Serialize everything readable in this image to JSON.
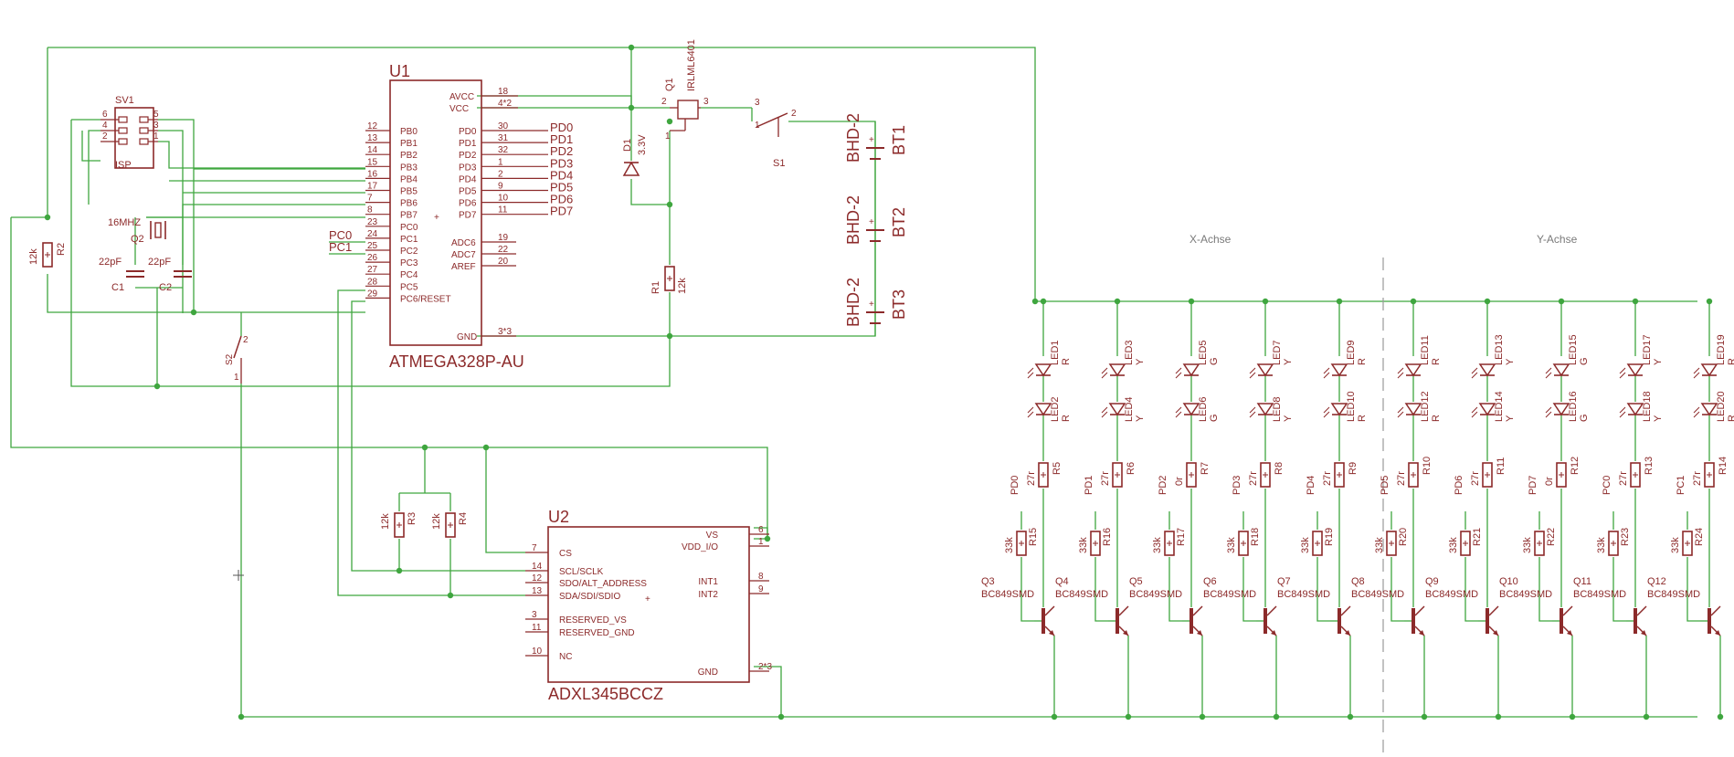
{
  "colors": {
    "wire": "#3fa63f",
    "part": "#8c2a2a",
    "net": "#3fa63f",
    "axis": "#9a9a9a"
  },
  "u1": {
    "ref": "U1",
    "value": "ATMEGA328P-AU",
    "left_pins": [
      {
        "num": "12",
        "name": "PB0"
      },
      {
        "num": "13",
        "name": "PB1"
      },
      {
        "num": "14",
        "name": "PB2"
      },
      {
        "num": "15",
        "name": "PB3"
      },
      {
        "num": "16",
        "name": "PB4"
      },
      {
        "num": "17",
        "name": "PB5"
      },
      {
        "num": "7",
        "name": "PB6"
      },
      {
        "num": "8",
        "name": "PB7"
      },
      {
        "num": "23",
        "name": "PC0"
      },
      {
        "num": "24",
        "name": "PC1"
      },
      {
        "num": "25",
        "name": "PC2"
      },
      {
        "num": "26",
        "name": "PC3"
      },
      {
        "num": "27",
        "name": "PC4"
      },
      {
        "num": "28",
        "name": "PC5"
      },
      {
        "num": "29",
        "name": "PC6/RESET"
      }
    ],
    "power_pins": [
      {
        "num": "18",
        "name": "AVCC"
      },
      {
        "num": "4*2",
        "name": "VCC"
      }
    ],
    "right_pins": [
      {
        "num": "30",
        "name": "PD0",
        "net": "PD0"
      },
      {
        "num": "31",
        "name": "PD1",
        "net": "PD1"
      },
      {
        "num": "32",
        "name": "PD2",
        "net": "PD2"
      },
      {
        "num": "1",
        "name": "PD3",
        "net": "PD3"
      },
      {
        "num": "2",
        "name": "PD4",
        "net": "PD4"
      },
      {
        "num": "9",
        "name": "PD5",
        "net": "PD5"
      },
      {
        "num": "10",
        "name": "PD6",
        "net": "PD6"
      },
      {
        "num": "11",
        "name": "PD7",
        "net": "PD7"
      }
    ],
    "adc_pins": [
      {
        "num": "19",
        "name": "ADC6"
      },
      {
        "num": "22",
        "name": "ADC7"
      },
      {
        "num": "20",
        "name": "AREF"
      }
    ],
    "gnd_pin": {
      "num": "3*3",
      "name": "GND"
    }
  },
  "u2": {
    "ref": "U2",
    "value": "ADXL345BCCZ",
    "left_pins": [
      {
        "num": "7",
        "name": "CS"
      },
      {
        "num": "14",
        "name": "SCL/SCLK"
      },
      {
        "num": "12",
        "name": "SDO/ALT_ADDRESS"
      },
      {
        "num": "13",
        "name": "SDA/SDI/SDIO"
      },
      {
        "num": "3",
        "name": "RESERVED_VS"
      },
      {
        "num": "11",
        "name": "RESERVED_GND"
      },
      {
        "num": "10",
        "name": "NC"
      }
    ],
    "right_pins": [
      {
        "num": "6",
        "name": "VS"
      },
      {
        "num": "1",
        "name": "VDD_I/O"
      },
      {
        "num": "8",
        "name": "INT1"
      },
      {
        "num": "9",
        "name": "INT2"
      },
      {
        "num": "2*3",
        "name": "GND"
      }
    ]
  },
  "sv1": {
    "ref": "SV1",
    "value": "ISP",
    "pins": [
      "6",
      "5",
      "4",
      "3",
      "2",
      "1"
    ]
  },
  "crystal": {
    "ref": "Q2",
    "value": "16MHZ"
  },
  "c1": {
    "ref": "C1",
    "value": "22pF"
  },
  "c2": {
    "ref": "C2",
    "value": "22pF"
  },
  "r2": {
    "ref": "R2",
    "value": "12k"
  },
  "r1": {
    "ref": "R1",
    "value": "12k"
  },
  "r3": {
    "ref": "R3",
    "value": "12k"
  },
  "r4": {
    "ref": "R4",
    "value": "12k"
  },
  "s2": {
    "ref": "S2",
    "pin1": "1",
    "pin2": "2"
  },
  "q1": {
    "ref": "Q1",
    "value": "IRLML6401",
    "pin1": "1",
    "pin2": "2",
    "pin3": "3"
  },
  "d1": {
    "ref": "D1",
    "value": "3.3V"
  },
  "s1": {
    "ref": "S1",
    "pin1": "1",
    "pin2": "2",
    "pin3": "3"
  },
  "batteries": [
    {
      "ref": "BT1",
      "value": "BHD-2"
    },
    {
      "ref": "BT2",
      "value": "BHD-2"
    },
    {
      "ref": "BT3",
      "value": "BHD-2"
    }
  ],
  "pc_nets": [
    "PC0",
    "PC1"
  ],
  "axis_labels": {
    "x": "X-Achse",
    "y": "Y-Achse"
  },
  "channels": [
    {
      "led_a": "LED1",
      "led_b": "LED2",
      "color": "R",
      "rs": "R5",
      "rs_val": "27r",
      "net": "PD0",
      "rb": "R15",
      "rb_val": "33k",
      "q": "Q3",
      "q_val": "BC849SMD"
    },
    {
      "led_a": "LED3",
      "led_b": "LED4",
      "color": "Y",
      "rs": "R6",
      "rs_val": "27r",
      "net": "PD1",
      "rb": "R16",
      "rb_val": "33k",
      "q": "Q4",
      "q_val": "BC849SMD"
    },
    {
      "led_a": "LED5",
      "led_b": "LED6",
      "color": "G",
      "rs": "R7",
      "rs_val": "0r",
      "net": "PD2",
      "rb": "R17",
      "rb_val": "33k",
      "q": "Q5",
      "q_val": "BC849SMD"
    },
    {
      "led_a": "LED7",
      "led_b": "LED8",
      "color": "Y",
      "rs": "R8",
      "rs_val": "27r",
      "net": "PD3",
      "rb": "R18",
      "rb_val": "33k",
      "q": "Q6",
      "q_val": "BC849SMD"
    },
    {
      "led_a": "LED9",
      "led_b": "LED10",
      "color": "R",
      "rs": "R9",
      "rs_val": "27r",
      "net": "PD4",
      "rb": "R19",
      "rb_val": "33k",
      "q": "Q7",
      "q_val": "BC849SMD"
    },
    {
      "led_a": "LED11",
      "led_b": "LED12",
      "color": "R",
      "rs": "R10",
      "rs_val": "27r",
      "net": "PD5",
      "rb": "R20",
      "rb_val": "33k",
      "q": "Q8",
      "q_val": "BC849SMD"
    },
    {
      "led_a": "LED13",
      "led_b": "LED14",
      "color": "Y",
      "rs": "R11",
      "rs_val": "27r",
      "net": "PD6",
      "rb": "R21",
      "rb_val": "33k",
      "q": "Q9",
      "q_val": "BC849SMD"
    },
    {
      "led_a": "LED15",
      "led_b": "LED16",
      "color": "G",
      "rs": "R12",
      "rs_val": "0r",
      "net": "PD7",
      "rb": "R22",
      "rb_val": "33k",
      "q": "Q10",
      "q_val": "BC849SMD"
    },
    {
      "led_a": "LED17",
      "led_b": "LED18",
      "color": "Y",
      "rs": "R13",
      "rs_val": "27r",
      "net": "PC0",
      "rb": "R23",
      "rb_val": "33k",
      "q": "Q11",
      "q_val": "BC849SMD"
    },
    {
      "led_a": "LED19",
      "led_b": "LED20",
      "color": "R",
      "rs": "R14",
      "rs_val": "27r",
      "net": "PC1",
      "rb": "R24",
      "rb_val": "33k",
      "q": "Q12",
      "q_val": "BC849SMD"
    }
  ]
}
